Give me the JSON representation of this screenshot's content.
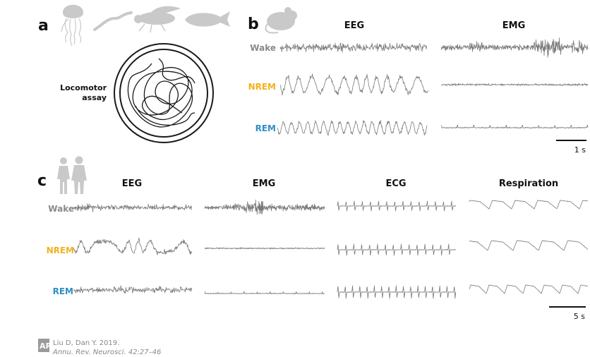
{
  "panels": {
    "a": "a",
    "b": "b",
    "c": "c"
  },
  "panel_a": {
    "label_line1": "Locomotor",
    "label_line2": "assay"
  },
  "panel_b": {
    "headers": [
      "EEG",
      "EMG"
    ],
    "states": [
      "Wake",
      "NREM",
      "REM"
    ],
    "scale_label": "1 s"
  },
  "panel_c": {
    "headers": [
      "EEG",
      "EMG",
      "ECG",
      "Respiration"
    ],
    "states": [
      "Wake",
      "NREM",
      "REM"
    ],
    "scale_label": "5 s"
  },
  "state_colors": {
    "Wake": "#8a8a8a",
    "NREM": "#f2b21e",
    "REM": "#2e8fc9"
  },
  "citation": {
    "line1": "Liu D, Dan Y. 2019.",
    "line2": "Annu. Rev. Neurosci. 42:27–46",
    "logo": "AR"
  },
  "icons": [
    "jellyfish-icon",
    "worm-icon",
    "fly-icon",
    "fish-icon",
    "mouse-icon",
    "humans-icon"
  ]
}
